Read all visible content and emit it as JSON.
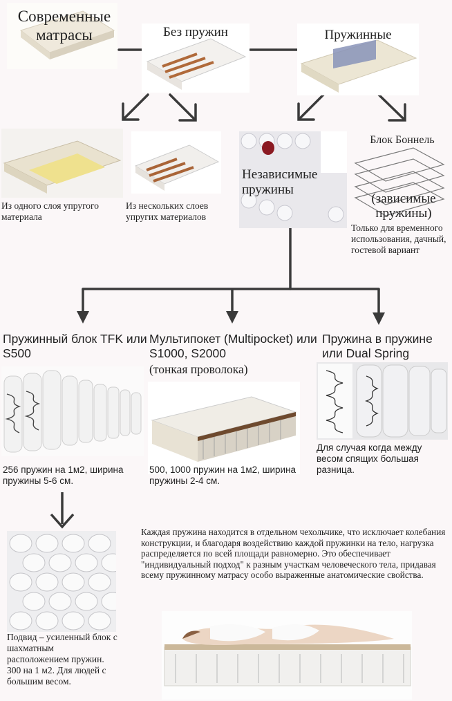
{
  "top": {
    "modern": "Современные\nматрасы",
    "no_springs": "Без пружин",
    "springs": "Пружинные"
  },
  "row2": {
    "single_layer": "Из одного слоя упругого материала",
    "multi_layer": "Из нескольких слоев упругих материалов",
    "independent": "Независимые пружины",
    "bonnel_title": "Блок Боннель",
    "bonnel_dep": "(зависимые пружины)",
    "bonnel_note": "Только для временного использования, дачный, гостевой вариант"
  },
  "row3": {
    "tfk_title": "Пружинный блок TFK или S500",
    "tfk_note": "256 пружин на 1м2, ширина пружины 5-6 см.",
    "multi_title": "Мультипокет (Multipocket) или S1000, S2000",
    "multi_sub": "(тонкая проволока)",
    "multi_note": "500, 1000 пружин на 1м2, ширина пружины 2-4 см.",
    "dual_title": "Пружина в пружине или Dual Spring",
    "dual_note": "Для случая когда между весом спящих большая разница."
  },
  "bottom": {
    "podvid": "Подвид – усиленный блок с шахматным расположением пружин. 300 на 1 м2. Для людей с большим весом.",
    "desc": "Каждая пружина находится в отдельном чехольчике, что исключает колебания конструкции, и благодаря воздействию каждой пружинки на тело, нагрузка распределяется по всей площади равномерно. Это обеспечивает \"индивидуальный подход\" к разным участкам человеческого тела, придавая всему пружинному матрасу особо выраженные анатомические свойства."
  }
}
